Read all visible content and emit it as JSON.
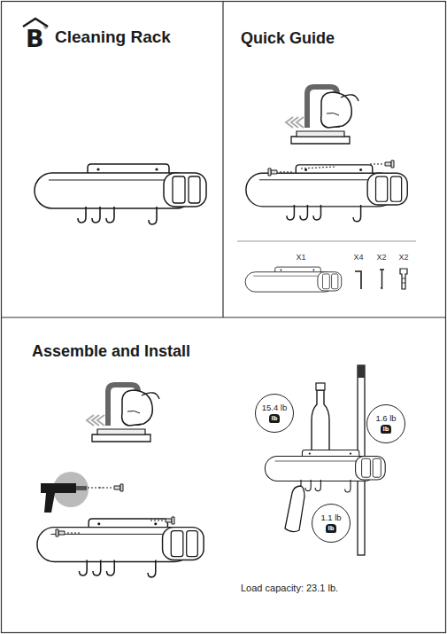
{
  "diagram": {
    "title": "Cleaning Rack",
    "nodes": [
      {
        "text": [
          "15.4 lb",
          "lb"
        ]
      },
      {
        "text": [
          "1.6 lb",
          "lb"
        ]
      },
      {
        "text": [
          "1.1 lb",
          "lb"
        ]
      }
    ],
    "labels": [
      "B",
      "®",
      "Quick Guide",
      "Assemble and Install",
      "X1",
      "X4",
      "X2",
      "X2",
      "Load capacity: 23.1 lb."
    ]
  }
}
